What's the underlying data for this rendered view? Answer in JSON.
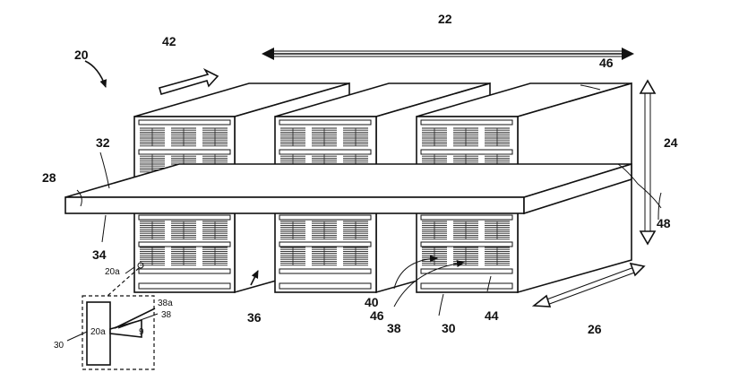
{
  "labels": {
    "n20": "20",
    "n42": "42",
    "n22": "22",
    "n46_top": "46",
    "n24": "24",
    "n32": "32",
    "n28": "28",
    "n34": "34",
    "n20a": "20a",
    "n48": "48",
    "n36": "36",
    "n40": "40",
    "n46_low": "46",
    "n38": "38",
    "n30": "30",
    "n44": "44",
    "n26": "26"
  },
  "inset": {
    "n38a": "38a",
    "n38": "38",
    "n30": "30",
    "n20a": "20a",
    "n9": "9"
  },
  "colors": {
    "ink": "#111111",
    "background": "#ffffff"
  }
}
